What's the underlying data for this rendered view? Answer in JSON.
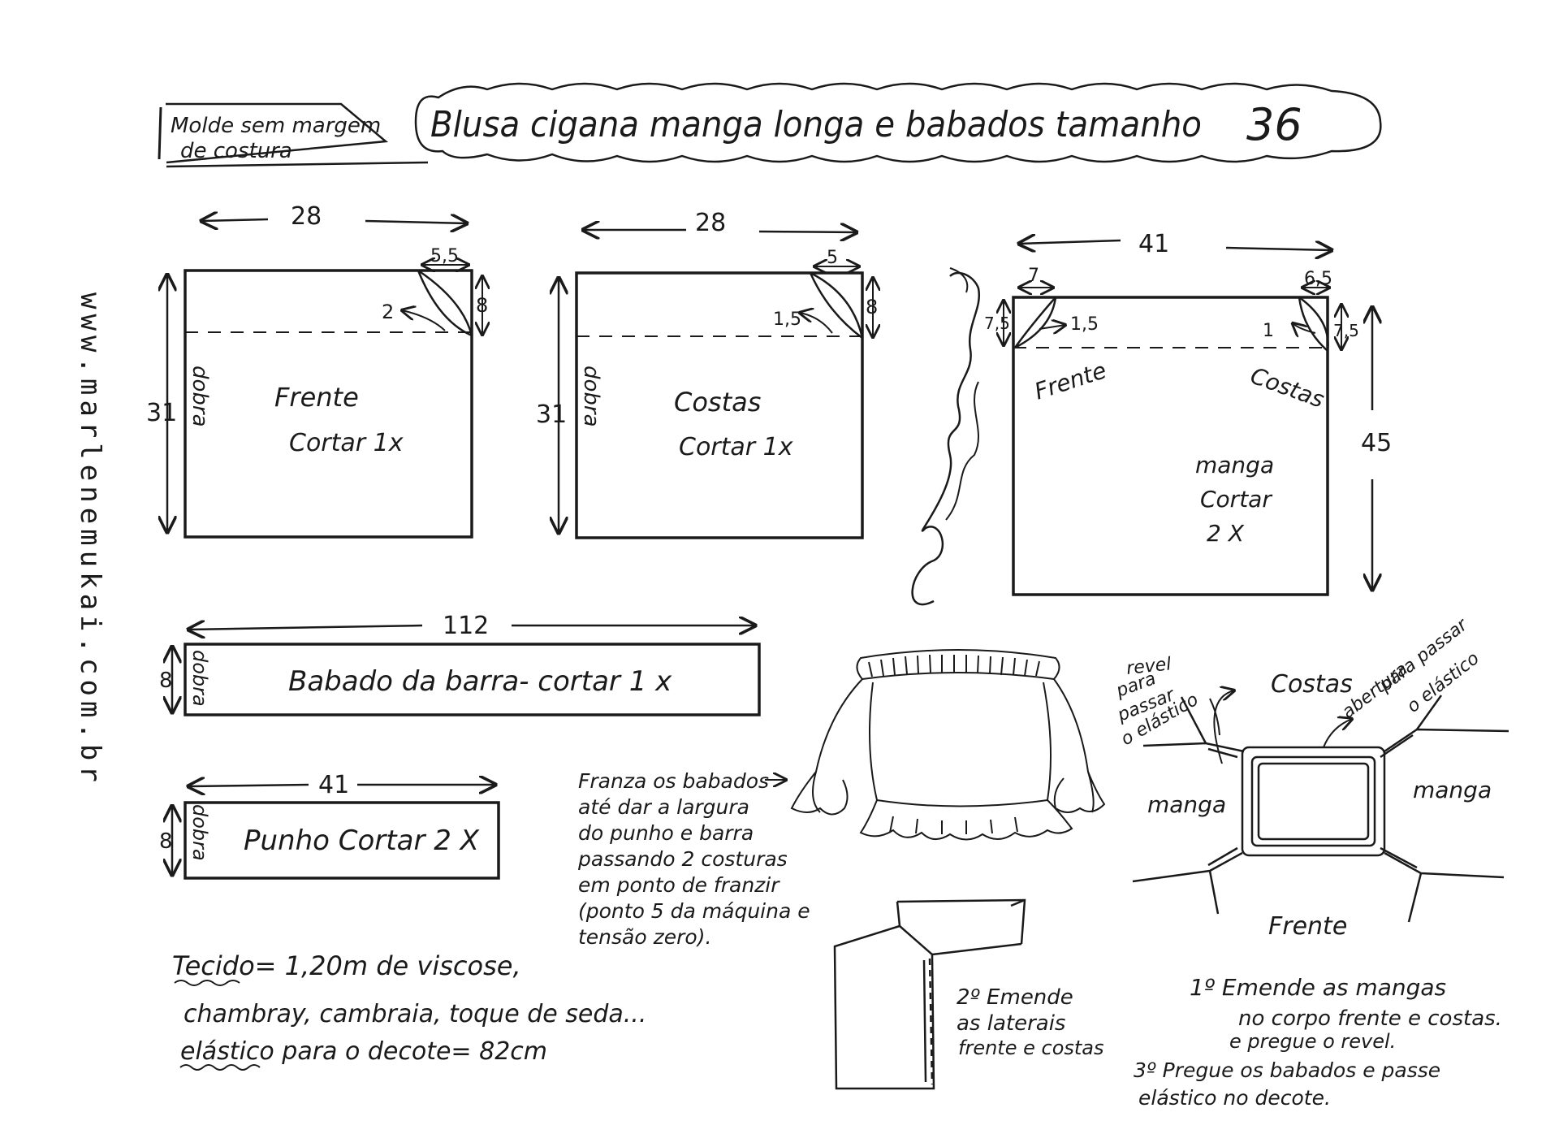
{
  "header": {
    "note_line1": "Molde sem margem",
    "note_line2": "de costura",
    "title": "Blusa cigana manga longa e babados tamanho",
    "size": "36"
  },
  "side_url": "www.marlenemukai.com.br",
  "pieces": {
    "frente": {
      "width": "28",
      "height": "31",
      "neck_width": "5,5",
      "neck_depth": "8",
      "curve": "2",
      "fold": "dobra",
      "label": "Frente",
      "cut": "Cortar 1x"
    },
    "costas": {
      "width": "28",
      "height": "31",
      "neck_width": "5",
      "neck_depth": "8",
      "curve": "1,5",
      "fold": "dobra",
      "label": "Costas",
      "cut": "Cortar 1x"
    },
    "manga": {
      "width": "41",
      "height": "45",
      "left_neck_width": "7",
      "left_neck_depth": "7,5",
      "left_curve": "1,5",
      "right_neck_width": "6,5",
      "right_neck_depth": "7,5",
      "right_curve": "1",
      "front_label": "Frente",
      "back_label": "Costas",
      "label": "manga",
      "cut": "Cortar",
      "count": "2 X"
    },
    "babado": {
      "width": "112",
      "height": "8",
      "fold": "dobra",
      "label": "Babado da barra- cortar 1 x"
    },
    "punho": {
      "width": "41",
      "height": "8",
      "fold": "dobra",
      "label": "Punho Cortar 2 X"
    }
  },
  "franzir_note": [
    "Franza os babados",
    "até dar a largura",
    "do punho e barra",
    "passando 2 costuras",
    "em ponto de franzir",
    "(ponto 5 da máquina e",
    "tensão zero)."
  ],
  "tecido": {
    "line1": "Tecido= 1,20m de viscose,",
    "line2": "chambray, cambraia, toque de seda...",
    "line3": "elástico para o decote= 82cm"
  },
  "side_assembly": {
    "line1": "2º Emende",
    "line2": "as laterais",
    "line3": "frente e costas"
  },
  "assembly": {
    "revel_label": [
      "revel",
      "para",
      "passar",
      "o elástico"
    ],
    "abertura_label": [
      "abertura",
      "para passar",
      "o elástico"
    ],
    "costas": "Costas",
    "manga_left": "manga",
    "manga_right": "manga",
    "frente": "Frente"
  },
  "steps": {
    "step1_line1": "1º Emende as mangas",
    "step1_line2": "no corpo frente e costas.",
    "step1_line3": "e pregue o revel.",
    "step3_line1": "3º Pregue os babados e passe",
    "step3_line2": "elástico no decote."
  }
}
